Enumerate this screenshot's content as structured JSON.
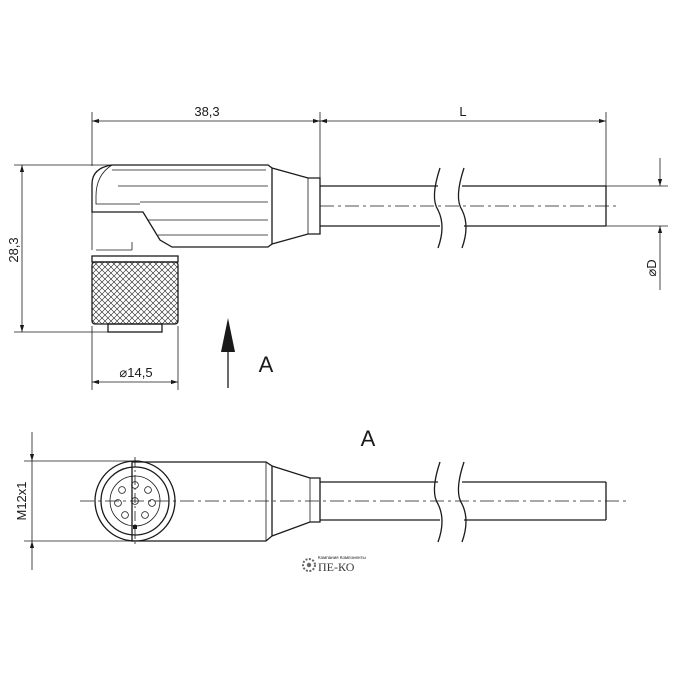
{
  "dimensions": {
    "length_38_3": "38,3",
    "length_L": "L",
    "height_28_3": "28,3",
    "diameter_14_5": "⌀14,5",
    "diameter_D": "⌀D",
    "thread_m12": "M12x1"
  },
  "views": {
    "arrow_label": "A",
    "view_a_title": "A"
  },
  "logo": {
    "text": "ПЕ-КО",
    "tagline": "Компания Компоненты"
  }
}
